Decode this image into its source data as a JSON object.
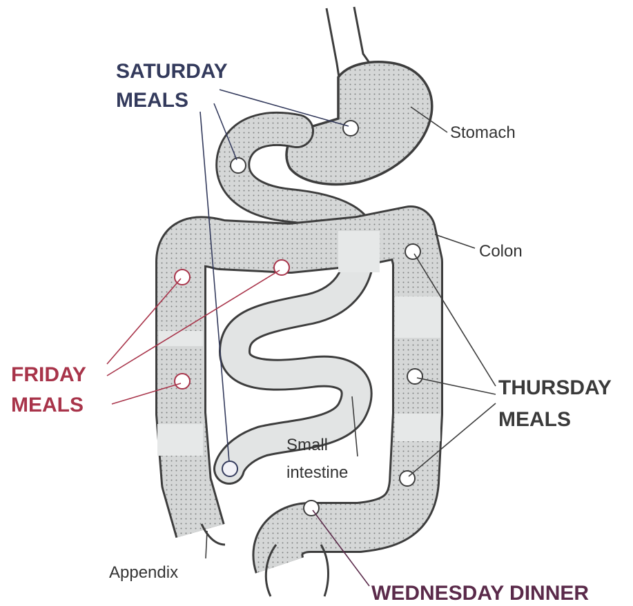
{
  "labels": {
    "saturday": [
      "SATURDAY",
      "MEALS"
    ],
    "friday": [
      "FRIDAY",
      "MEALS"
    ],
    "thursday": [
      "THURSDAY",
      "MEALS"
    ],
    "wednesday": "WEDNESDAY DINNER",
    "stomach": "Stomach",
    "colon": "Colon",
    "small_intestine": [
      "Small",
      "intestine"
    ],
    "appendix": "Appendix"
  },
  "colors": {
    "saturday": "#333a5c",
    "friday": "#a8344a",
    "thursday": "#3a3a3a",
    "wednesday": "#5a2a4a",
    "outline": "#3d3d3d",
    "organ_fill": "#d7d9d9",
    "light_fill": "#e6e8e8"
  }
}
